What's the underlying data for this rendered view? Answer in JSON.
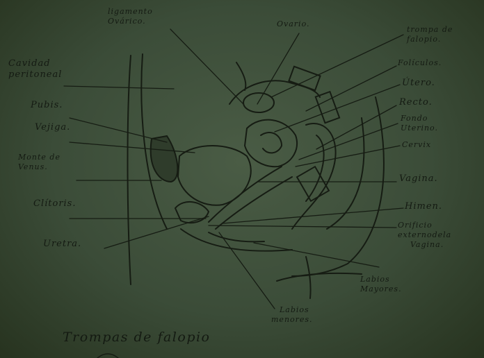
{
  "labels": {
    "ligamento_ovarico": [
      "ligamento",
      "Ovárico."
    ],
    "ovario": "Ovario.",
    "trompa_falopio": [
      "trompa de",
      "falopio."
    ],
    "foliculos": "Folículos.",
    "utero": "Útero.",
    "recto": "Recto.",
    "fondo_uterino": [
      "Fondo",
      "Uterino."
    ],
    "cervix": "Cervix",
    "vagina": "Vagina.",
    "himen": "Himen.",
    "orificio": [
      "Orificio",
      "externodela",
      "Vagina."
    ],
    "labios_mayores": [
      "Labios",
      "Mayores."
    ],
    "labios_menores": [
      "Labios",
      "menores."
    ],
    "uretra": "Uretra.",
    "clitoris": "Clítoris.",
    "monte_venus": [
      "Monte de",
      "Venus."
    ],
    "vejiga": "Vejiga.",
    "pubis": "Pubis.",
    "cavidad_peritoneal": [
      "Cavidad",
      "peritoneal"
    ]
  },
  "caption": "Trompas de falopio",
  "colors": {
    "ink": "#141a12",
    "paper": "#3f5039"
  }
}
